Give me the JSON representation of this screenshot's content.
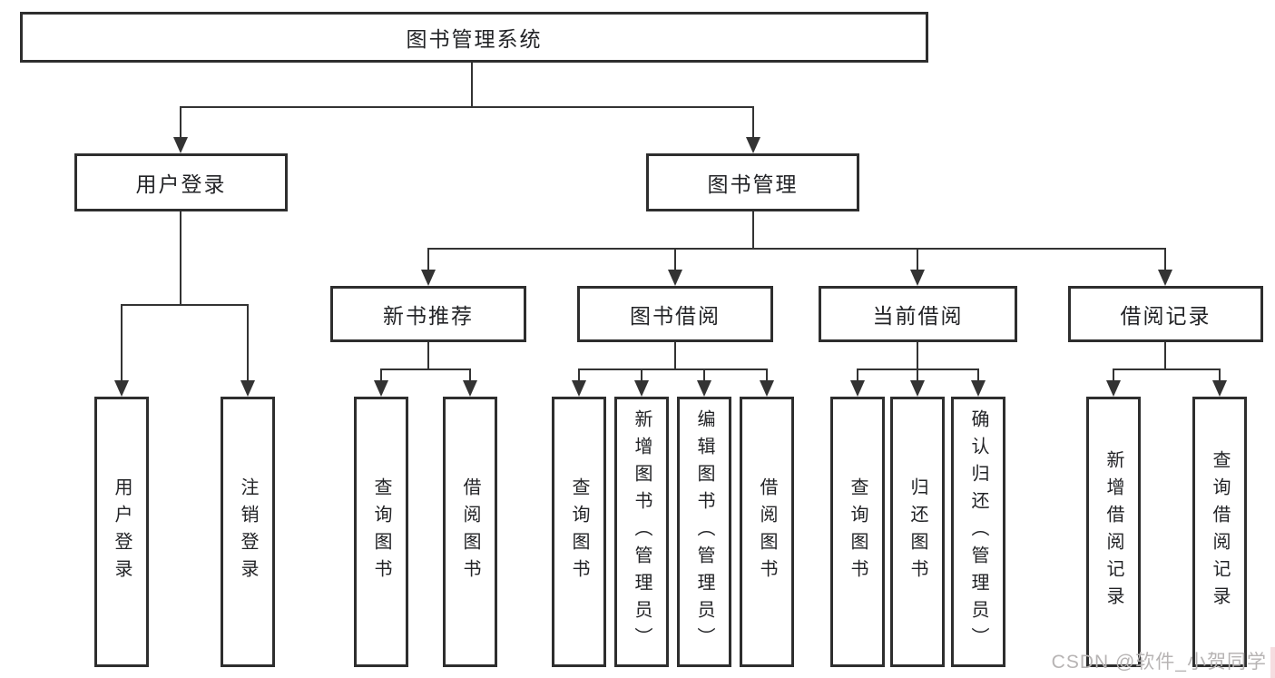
{
  "tree": {
    "root": {
      "label": "图书管理系统"
    },
    "branches": [
      {
        "label": "用户登录",
        "children": [
          {
            "label": "用户登录"
          },
          {
            "label": "注销登录"
          }
        ]
      },
      {
        "label": "图书管理",
        "sections": [
          {
            "label": "新书推荐",
            "children": [
              {
                "label": "查询图书"
              },
              {
                "label": "借阅图书"
              }
            ]
          },
          {
            "label": "图书借阅",
            "children": [
              {
                "label": "查询图书"
              },
              {
                "label": "新增图书（管理员）"
              },
              {
                "label": "编辑图书（管理员）"
              },
              {
                "label": "借阅图书"
              }
            ]
          },
          {
            "label": "当前借阅",
            "children": [
              {
                "label": "查询图书"
              },
              {
                "label": "归还图书"
              },
              {
                "label": "确认归还（管理员）"
              }
            ]
          },
          {
            "label": "借阅记录",
            "children": [
              {
                "label": "新增借阅记录"
              },
              {
                "label": "查询借阅记录"
              }
            ]
          }
        ]
      }
    ]
  },
  "watermark": {
    "text": "CSDN @软件_小贺同学"
  },
  "colors": {
    "line": "#333333",
    "border": "#2e2e2e",
    "text": "#222326",
    "background": "#ffffff",
    "watermark": "#b7b4b4"
  }
}
